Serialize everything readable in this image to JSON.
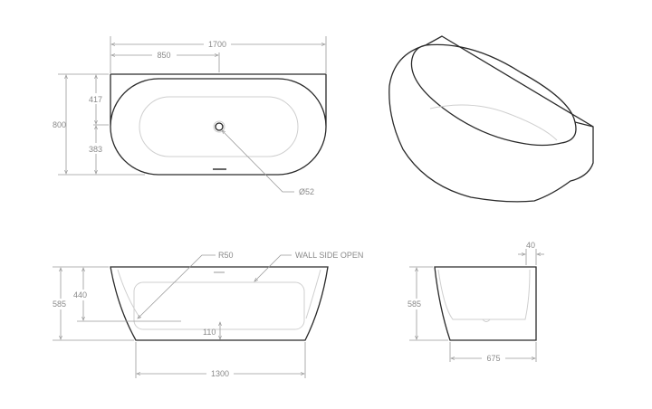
{
  "top_view": {
    "length": "1700",
    "half_length": "850",
    "width": "800",
    "drain_offset_back": "417",
    "drain_offset_front": "383",
    "drain_diameter": "Ø52"
  },
  "iso_view": {},
  "front_view": {
    "height": "585",
    "inner_depth": "440",
    "floor_height": "110",
    "base_length": "1300",
    "radius": "R50",
    "note": "WALL SIDE OPEN"
  },
  "side_view": {
    "height": "585",
    "base_width": "675",
    "wall_thickness": "40"
  }
}
